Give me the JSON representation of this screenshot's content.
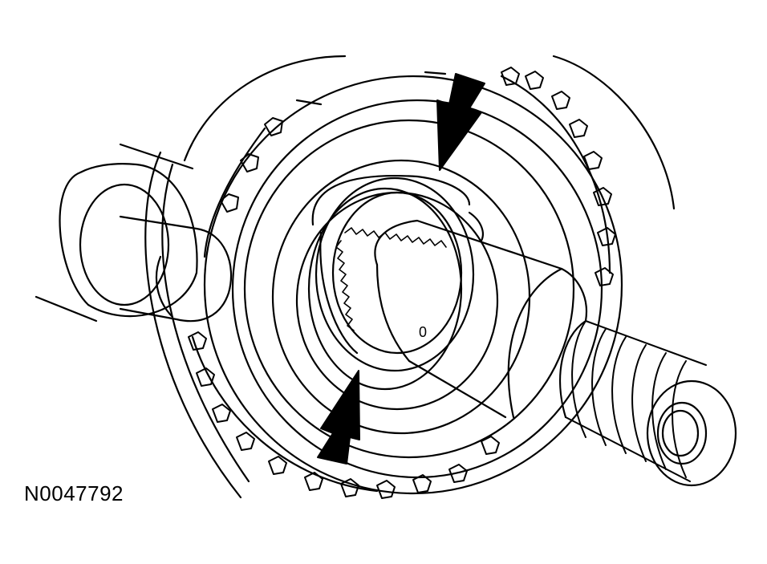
{
  "figure": {
    "id_label": "N0047792",
    "part_mark": "0"
  },
  "arrows": [
    {
      "name": "upper-pointer-arrow",
      "direction": "down"
    },
    {
      "name": "lower-pointer-arrow",
      "direction": "up"
    }
  ],
  "colors": {
    "line": "#000000",
    "background": "#ffffff"
  }
}
